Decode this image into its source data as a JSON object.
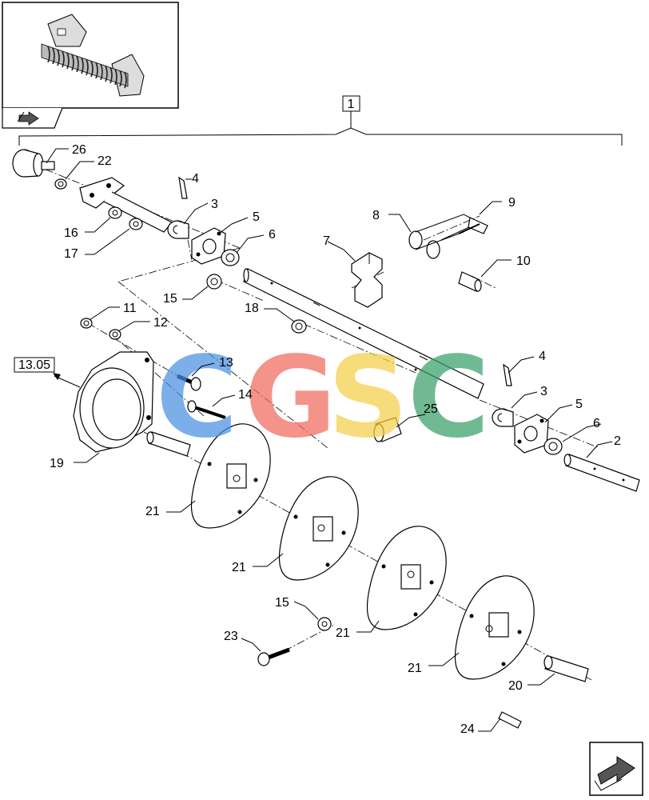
{
  "group_ref": "1",
  "page_ref": "13.05",
  "callouts": {
    "c2": "2",
    "c3a": "3",
    "c3b": "3",
    "c4a": "4",
    "c4b": "4",
    "c5a": "5",
    "c5b": "5",
    "c6a": "6",
    "c6b": "6",
    "c7": "7",
    "c8": "8",
    "c9": "9",
    "c10": "10",
    "c11": "11",
    "c12": "12",
    "c13": "13",
    "c14": "14",
    "c15a": "15",
    "c15b": "15",
    "c16": "16",
    "c17": "17",
    "c18": "18",
    "c19": "19",
    "c20": "20",
    "c21a": "21",
    "c21b": "21",
    "c21c": "21",
    "c21d": "21",
    "c22": "22",
    "c23": "23",
    "c24": "24",
    "c25": "25",
    "c26": "26"
  },
  "watermark": {
    "letters": [
      "C",
      "G",
      "S",
      "C"
    ],
    "colors": [
      "#4a8fe3",
      "#ef6a5e",
      "#f5cf4a",
      "#3aa06a"
    ]
  },
  "icons": {
    "thumbnail": "harvester-header-thumbnail",
    "nav_prev": "back-arrow-icon",
    "nav_next": "next-page-arrow-icon"
  }
}
